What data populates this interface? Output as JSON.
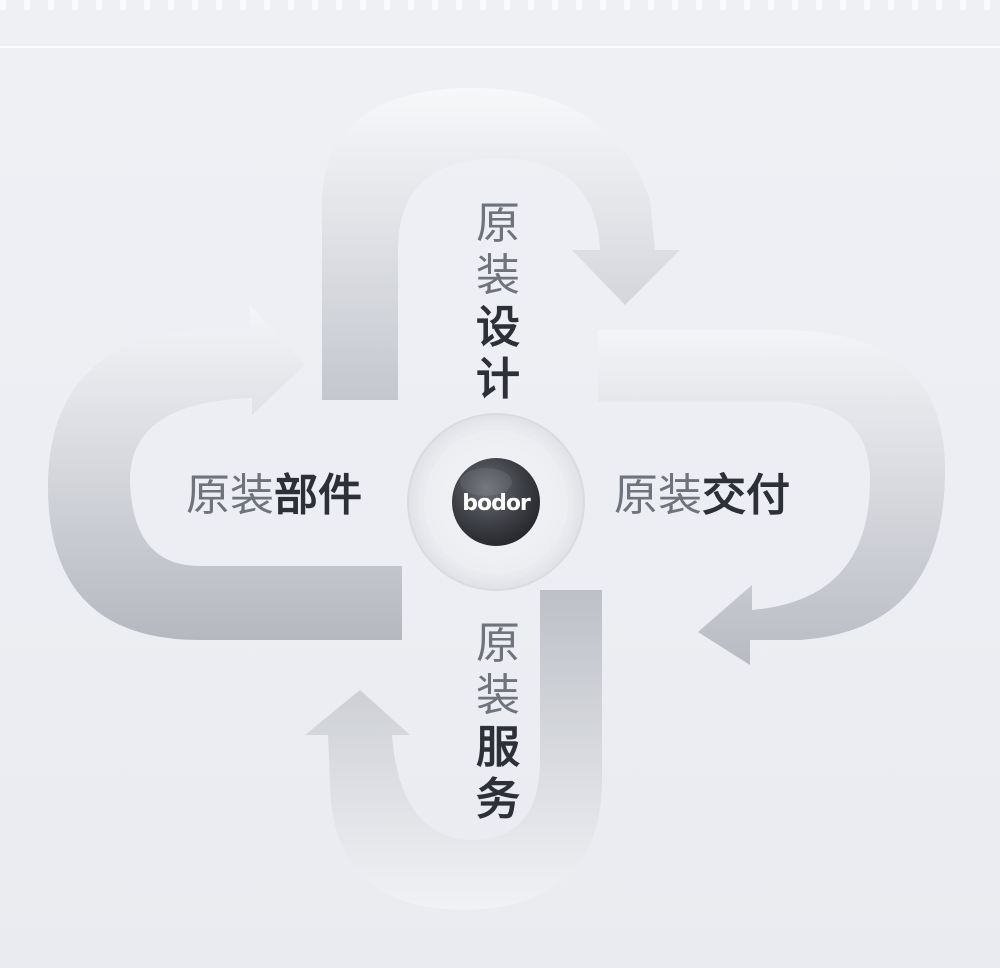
{
  "logo": {
    "text": "bodor"
  },
  "petals": {
    "design": {
      "prefix": [
        "原",
        "装"
      ],
      "emphasis": [
        "设",
        "计"
      ]
    },
    "service": {
      "prefix": [
        "原",
        "装"
      ],
      "emphasis": [
        "服",
        "务"
      ]
    },
    "parts": {
      "prefix": "原装",
      "emphasis": "部件"
    },
    "delivery": {
      "prefix": "原装",
      "emphasis": "交付"
    }
  },
  "colors": {
    "background": "#eef0f4",
    "arrow_light": "#f4f5f8",
    "arrow_dark": "#b9bcc4",
    "logo_dark": "#3a3c42",
    "text_bold": "#2d3038",
    "text_light": "#6e737d"
  }
}
